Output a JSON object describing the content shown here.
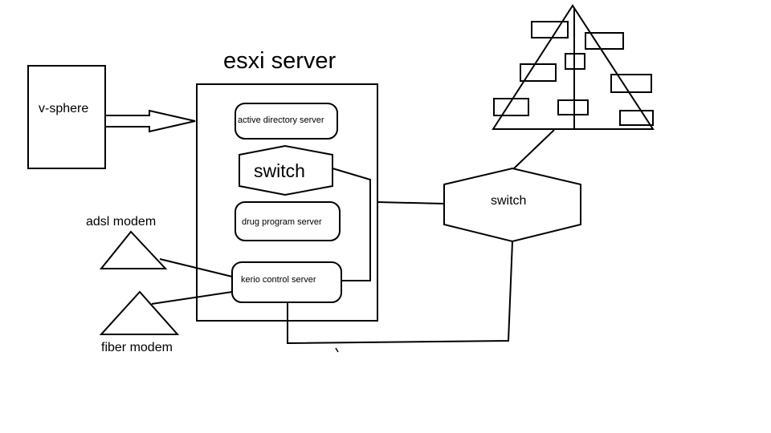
{
  "diagram": {
    "title": "esxi server",
    "nodes": {
      "vsphere": "v-sphere",
      "active_directory": "active directory server",
      "switch_internal": "switch",
      "drug_program": "drug program server",
      "kerio": "kerio control server",
      "adsl_modem": "adsl modem",
      "fiber_modem": "fiber modem",
      "switch_external": "switch"
    }
  }
}
